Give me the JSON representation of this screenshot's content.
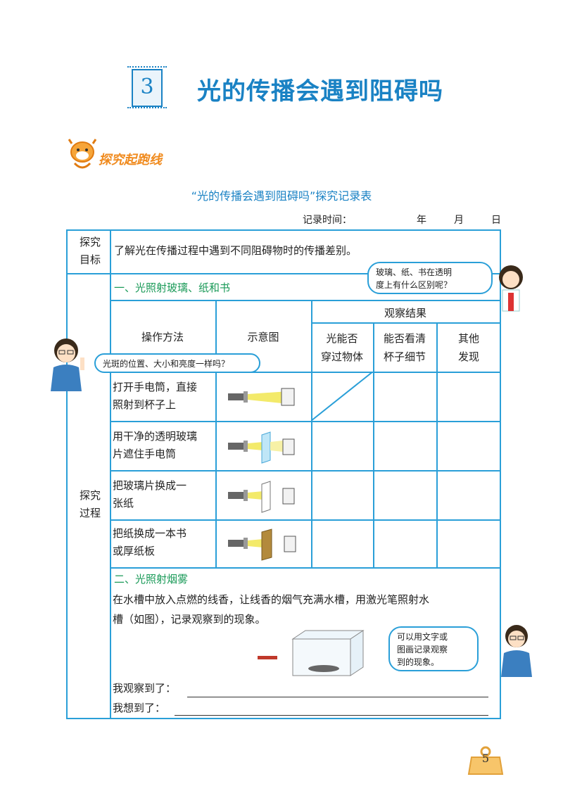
{
  "header": {
    "lesson_number": "3",
    "title": "光的传播会遇到阻碍吗",
    "section_logo": "探究起跑线"
  },
  "record_sheet": {
    "title": "“光的传播会遇到阻碍吗”探究记录表",
    "time_label": "记录时间：",
    "year": "年",
    "month": "月",
    "day": "日",
    "goal_label": [
      "探究",
      "目标"
    ],
    "goal_text": "了解光在传播过程中遇到不同阻碍物时的传播差别。",
    "process_label": [
      "探究",
      "过程"
    ],
    "part1_title": "一、光照射玻璃、纸和书",
    "col_method": "操作方法",
    "col_diagram": "示意图",
    "col_results": "观察结果",
    "sub_pass": [
      "光能否",
      "穿过物体"
    ],
    "sub_see": [
      "能否看清",
      "杯子细节"
    ],
    "sub_other": [
      "其他",
      "发现"
    ],
    "rows": [
      [
        "打开手电筒，直接",
        "照射到杯子上"
      ],
      [
        "用干净的透明玻璃",
        "片遮住手电筒"
      ],
      [
        "把玻璃片换成一",
        "张纸"
      ],
      [
        "把纸换成一本书",
        "或厚纸板"
      ]
    ],
    "part2_title": "二、光照射烟雾",
    "part2_text_1": "在水槽中放入点燃的线香，让线香的烟气充满水槽，用激光笔照射水",
    "part2_text_2": "槽（如图），记录观察到的现象。",
    "observed_label": "我观察到了：",
    "thought_label": "我想到了："
  },
  "bubbles": {
    "girl": [
      "玻璃、纸、书在透明",
      "度上有什么区别呢？"
    ],
    "teacher": "光斑的位置、大小和亮度一样吗？",
    "man": [
      "可以用文字或",
      "图画记录观察",
      "到的现象。"
    ]
  },
  "page_number": "5",
  "colors": {
    "accent": "#1a82c4",
    "border": "#2a9fd8",
    "section": "#1a9a58",
    "logo": "#f08a1d"
  }
}
